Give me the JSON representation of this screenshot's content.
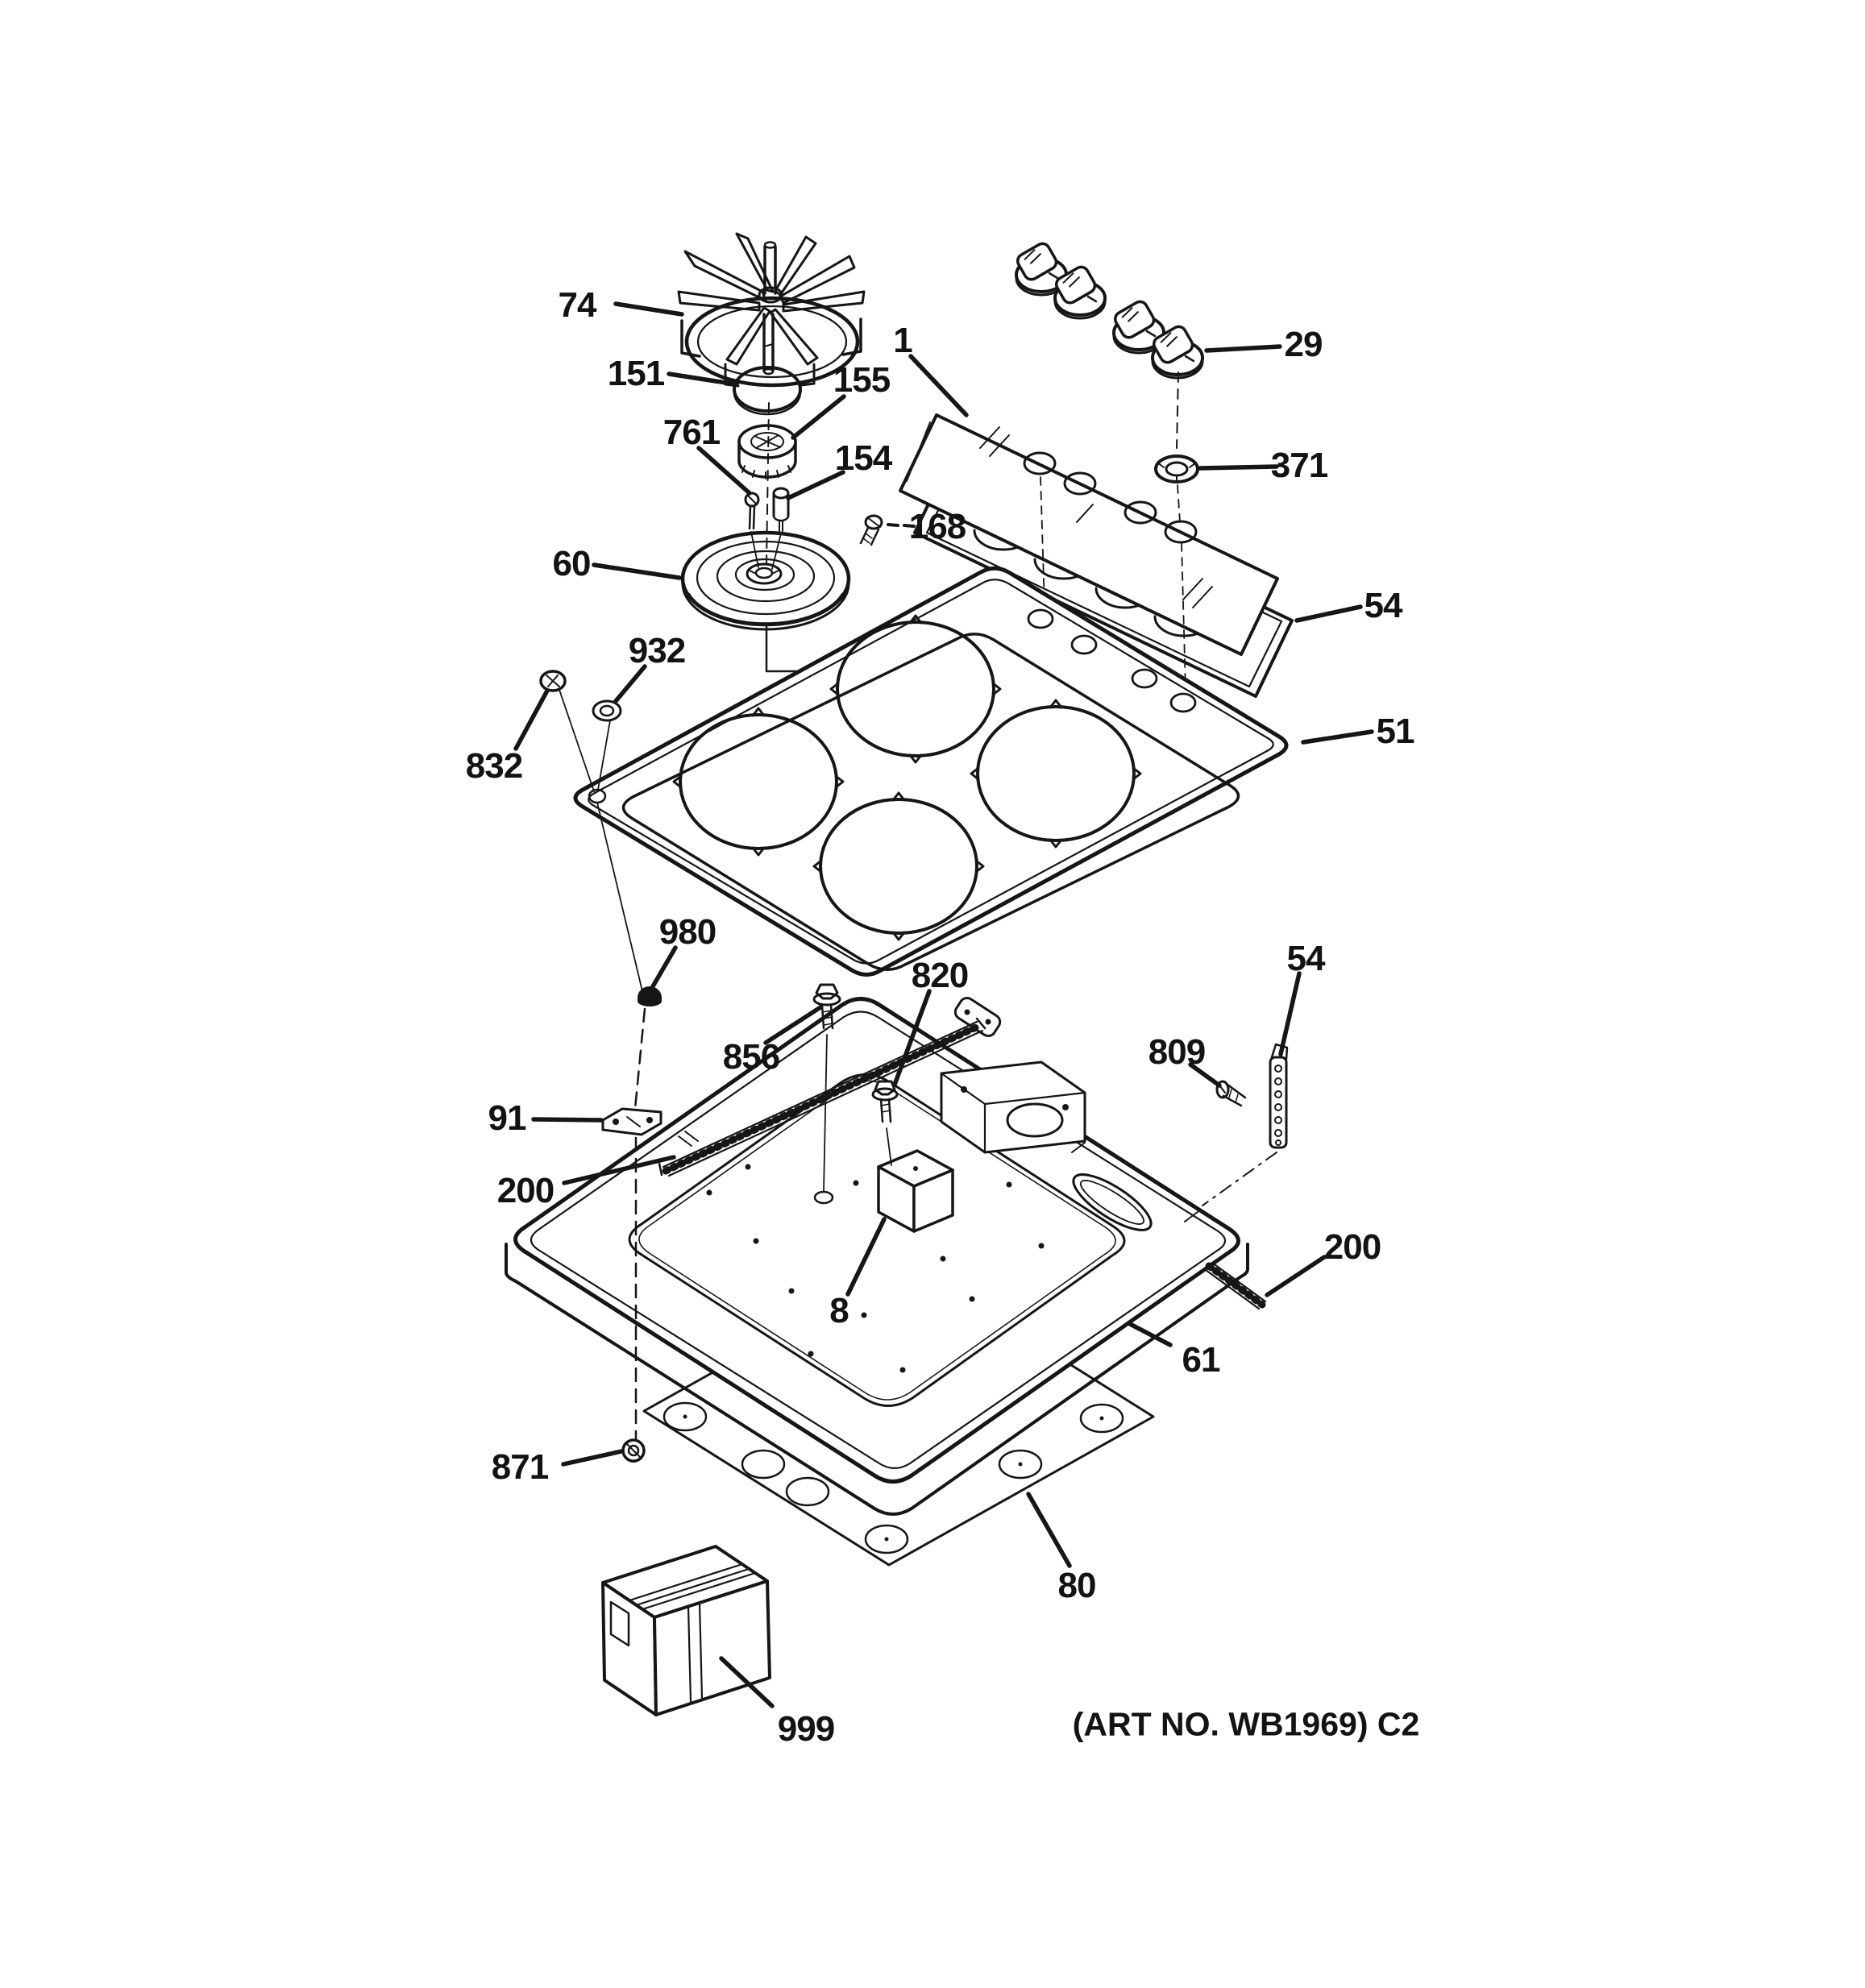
{
  "page": {
    "background": "#ffffff",
    "line_color": "#161616"
  },
  "footer": {
    "art_note": "(ART NO. WB1969) C2"
  },
  "part_labels": {
    "p74": "74",
    "p151": "151",
    "p155": "155",
    "p761": "761",
    "p154": "154",
    "p168": "168",
    "p60": "60",
    "p1": "1",
    "p29": "29",
    "p371": "371",
    "p54_top": "54",
    "p51": "51",
    "p932": "932",
    "p832": "832",
    "p980": "980",
    "p820": "820",
    "p856": "856",
    "p809": "809",
    "p54_right": "54",
    "p91": "91",
    "p200_left": "200",
    "p8": "8",
    "p61": "61",
    "p871": "871",
    "p200_right": "200",
    "p80": "80",
    "p999": "999"
  }
}
